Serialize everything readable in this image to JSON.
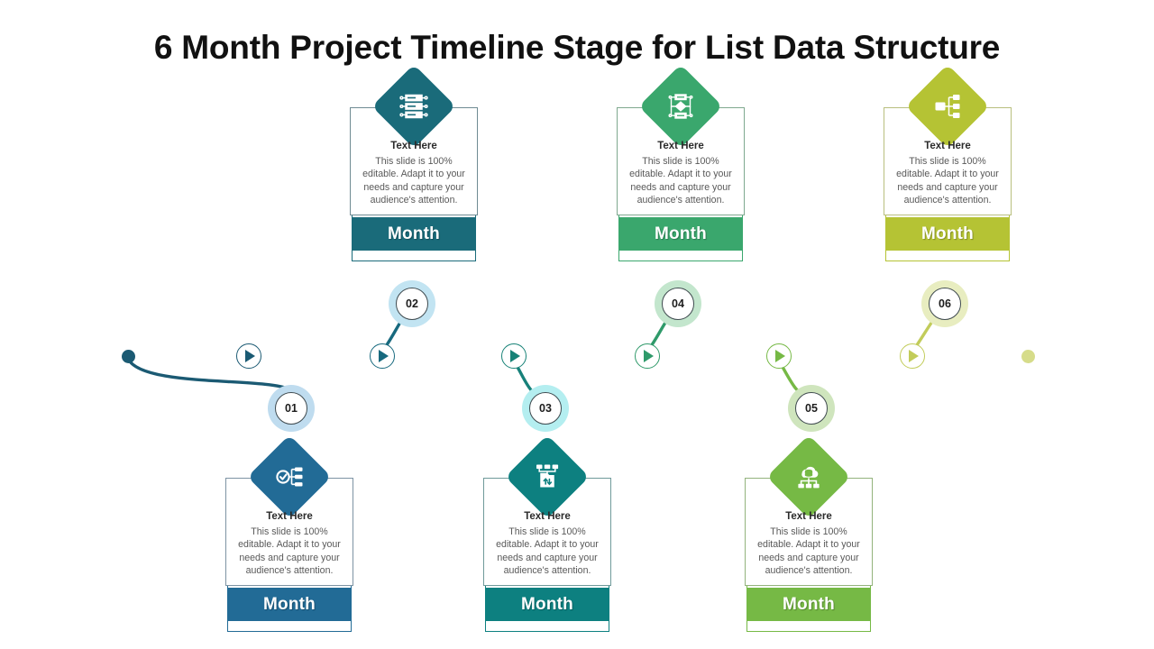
{
  "slide": {
    "title": "6 Month Project Timeline Stage for List Data Structure",
    "background": "#ffffff"
  },
  "colors": {
    "stage01": "#226b96",
    "stage02": "#1a6b7a",
    "stage03": "#0d8080",
    "stage04": "#3aa76d",
    "stage05": "#76b945",
    "stage06": "#b5c334",
    "line_start": "#1b5a73",
    "line_end": "#d6dc8a",
    "heading_text": "#2b2b2b",
    "body_text": "#595959",
    "card_border": "#8aa0aa"
  },
  "common": {
    "heading": "Text Here",
    "body": "This slide is 100% editable. Adapt it to your needs and capture your audience's attention.",
    "month_label": "Month"
  },
  "timeline": {
    "start_dot_color": "#1b5a73",
    "end_dot_color": "#d6dc8a",
    "markers": [
      {
        "name": "play-marker-1",
        "color": "#1b5a73"
      },
      {
        "name": "play-marker-2",
        "color": "#17697e"
      },
      {
        "name": "play-marker-3",
        "color": "#178277"
      },
      {
        "name": "play-marker-4",
        "color": "#2f9a6a"
      },
      {
        "name": "play-marker-5",
        "color": "#76b945"
      },
      {
        "name": "play-marker-6",
        "color": "#c2cc5a"
      }
    ]
  },
  "stages": [
    {
      "id": "01",
      "number": "01",
      "position": "below",
      "accent": "#226b96",
      "glow": "#bfdcef",
      "icon": "checklist-branch-icon",
      "heading": "Text Here",
      "body": "This slide is 100% editable. Adapt it to your needs and capture your audience's attention.",
      "month_label": "Month"
    },
    {
      "id": "02",
      "number": "02",
      "position": "above",
      "accent": "#1a6b7a",
      "glow": "#c2e4f2",
      "icon": "server-rack-icon",
      "heading": "Text Here",
      "body": "This slide is 100% editable. Adapt it to your needs and capture your audience's attention.",
      "month_label": "Month"
    },
    {
      "id": "03",
      "number": "03",
      "position": "below",
      "accent": "#0d8080",
      "glow": "#b4eef0",
      "icon": "folder-transfer-icon",
      "heading": "Text Here",
      "body": "This slide is 100% editable. Adapt it to your needs and capture your audience's attention.",
      "month_label": "Month"
    },
    {
      "id": "04",
      "number": "04",
      "position": "above",
      "accent": "#3aa76d",
      "glow": "#c3e6cd",
      "icon": "workflow-diagram-icon",
      "heading": "Text Here",
      "body": "This slide is 100% editable. Adapt it to your needs and capture your audience's attention.",
      "month_label": "Month"
    },
    {
      "id": "05",
      "number": "05",
      "position": "below",
      "accent": "#76b945",
      "glow": "#cfe5bd",
      "icon": "cloud-database-network-icon",
      "heading": "Text Here",
      "body": "This slide is 100% editable. Adapt it to your needs and capture your audience's attention.",
      "month_label": "Month"
    },
    {
      "id": "06",
      "number": "06",
      "position": "above",
      "accent": "#b5c334",
      "glow": "#e8edc0",
      "icon": "hierarchy-branch-icon",
      "heading": "Text Here",
      "body": "This slide is 100% editable. Adapt it to your needs and capture your audience's attention.",
      "month_label": "Month"
    }
  ]
}
